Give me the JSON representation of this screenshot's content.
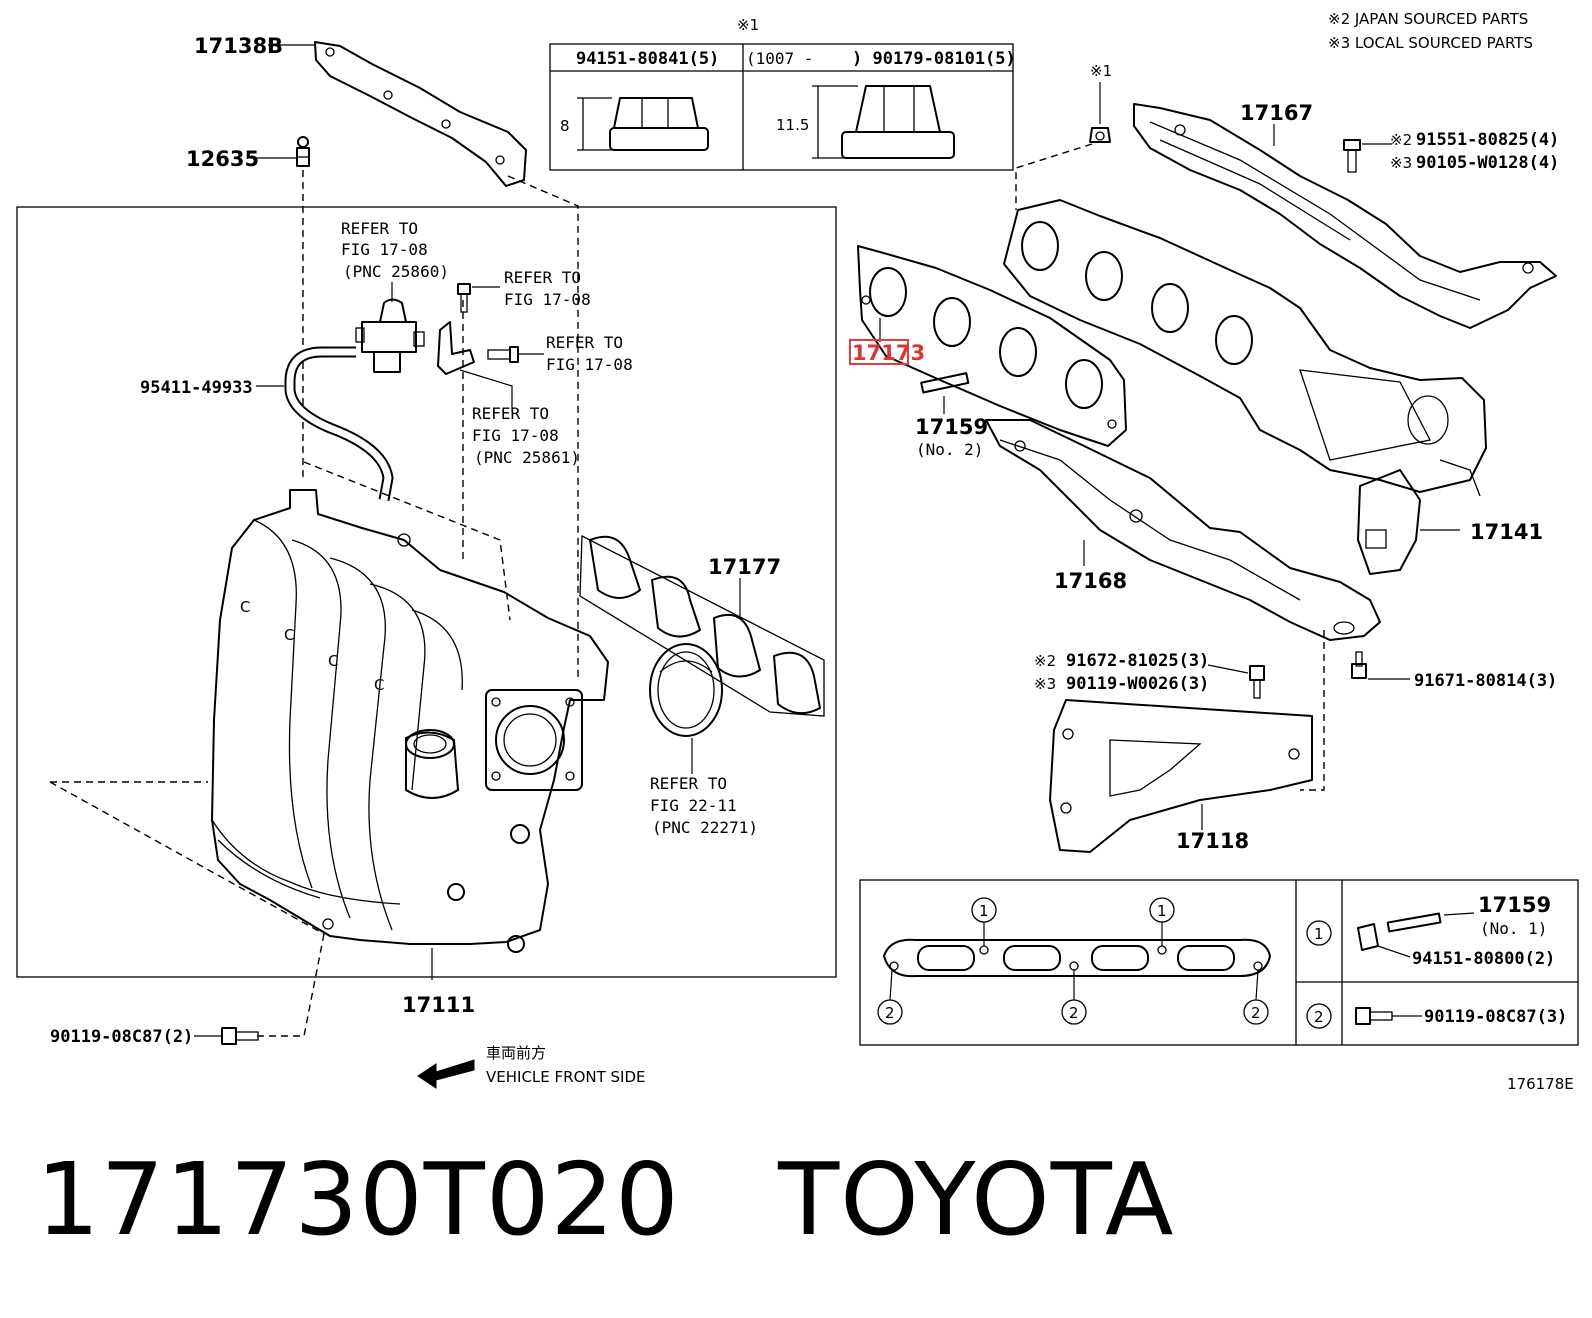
{
  "legend": {
    "japan": "※2 JAPAN SOURCED PARTS",
    "local": "※3 LOCAL SOURCED PARTS"
  },
  "nut_table": {
    "marker": "※1",
    "left_header": "94151-80841(5)",
    "right_header_date": "(1007 -",
    "right_header_part": ") 90179-08101(5)",
    "left_height": "8",
    "right_height": "11.5"
  },
  "labels": {
    "p17138B": "17138B",
    "p12635": "12635",
    "p95411": "95411-49933",
    "refer_1708_a1": "REFER TO",
    "refer_1708_a2": "FIG 17-08",
    "pnc_25860": "(PNC 25860)",
    "refer_1708_b1": "REFER TO",
    "refer_1708_b2": "FIG 17-08",
    "refer_1708_c1": "REFER TO",
    "refer_1708_c2": "FIG 17-08",
    "refer_1708_d1": "REFER TO",
    "refer_1708_d2": "FIG 17-08",
    "pnc_25861": "(PNC 25861)",
    "p17177": "17177",
    "refer_2211_1": "REFER TO",
    "refer_2211_2": "FIG 22-11",
    "pnc_22271": "(PNC 22271)",
    "p17111": "17111",
    "p90119_2": "90119-08C87(2)",
    "marker_nut": "※1",
    "p17167": "17167",
    "p91551": "91551-80825(4)",
    "p90105": "90105-W0128(4)",
    "m2": "※2",
    "m3": "※3",
    "p17173": "17173",
    "p17159_no2": "17159",
    "no2": "(No. 2)",
    "p17141": "17141",
    "p17168": "17168",
    "p91672": "91672-81025(3)",
    "p90119_w": "90119-W0026(3)",
    "p91671": "91671-80814(3)",
    "p17118": "17118",
    "p17159_no1": "17159",
    "no1": "(No. 1)",
    "p94151_2": "94151-80800(2)",
    "p90119_3": "90119-08C87(3)",
    "circle1": "1",
    "circle2": "2",
    "front_jp": "車両前方",
    "front_en": "VEHICLE FRONT SIDE",
    "fig_code": "176178E"
  },
  "caption": {
    "part_number": "171730T020",
    "brand": "TOYOTA"
  }
}
